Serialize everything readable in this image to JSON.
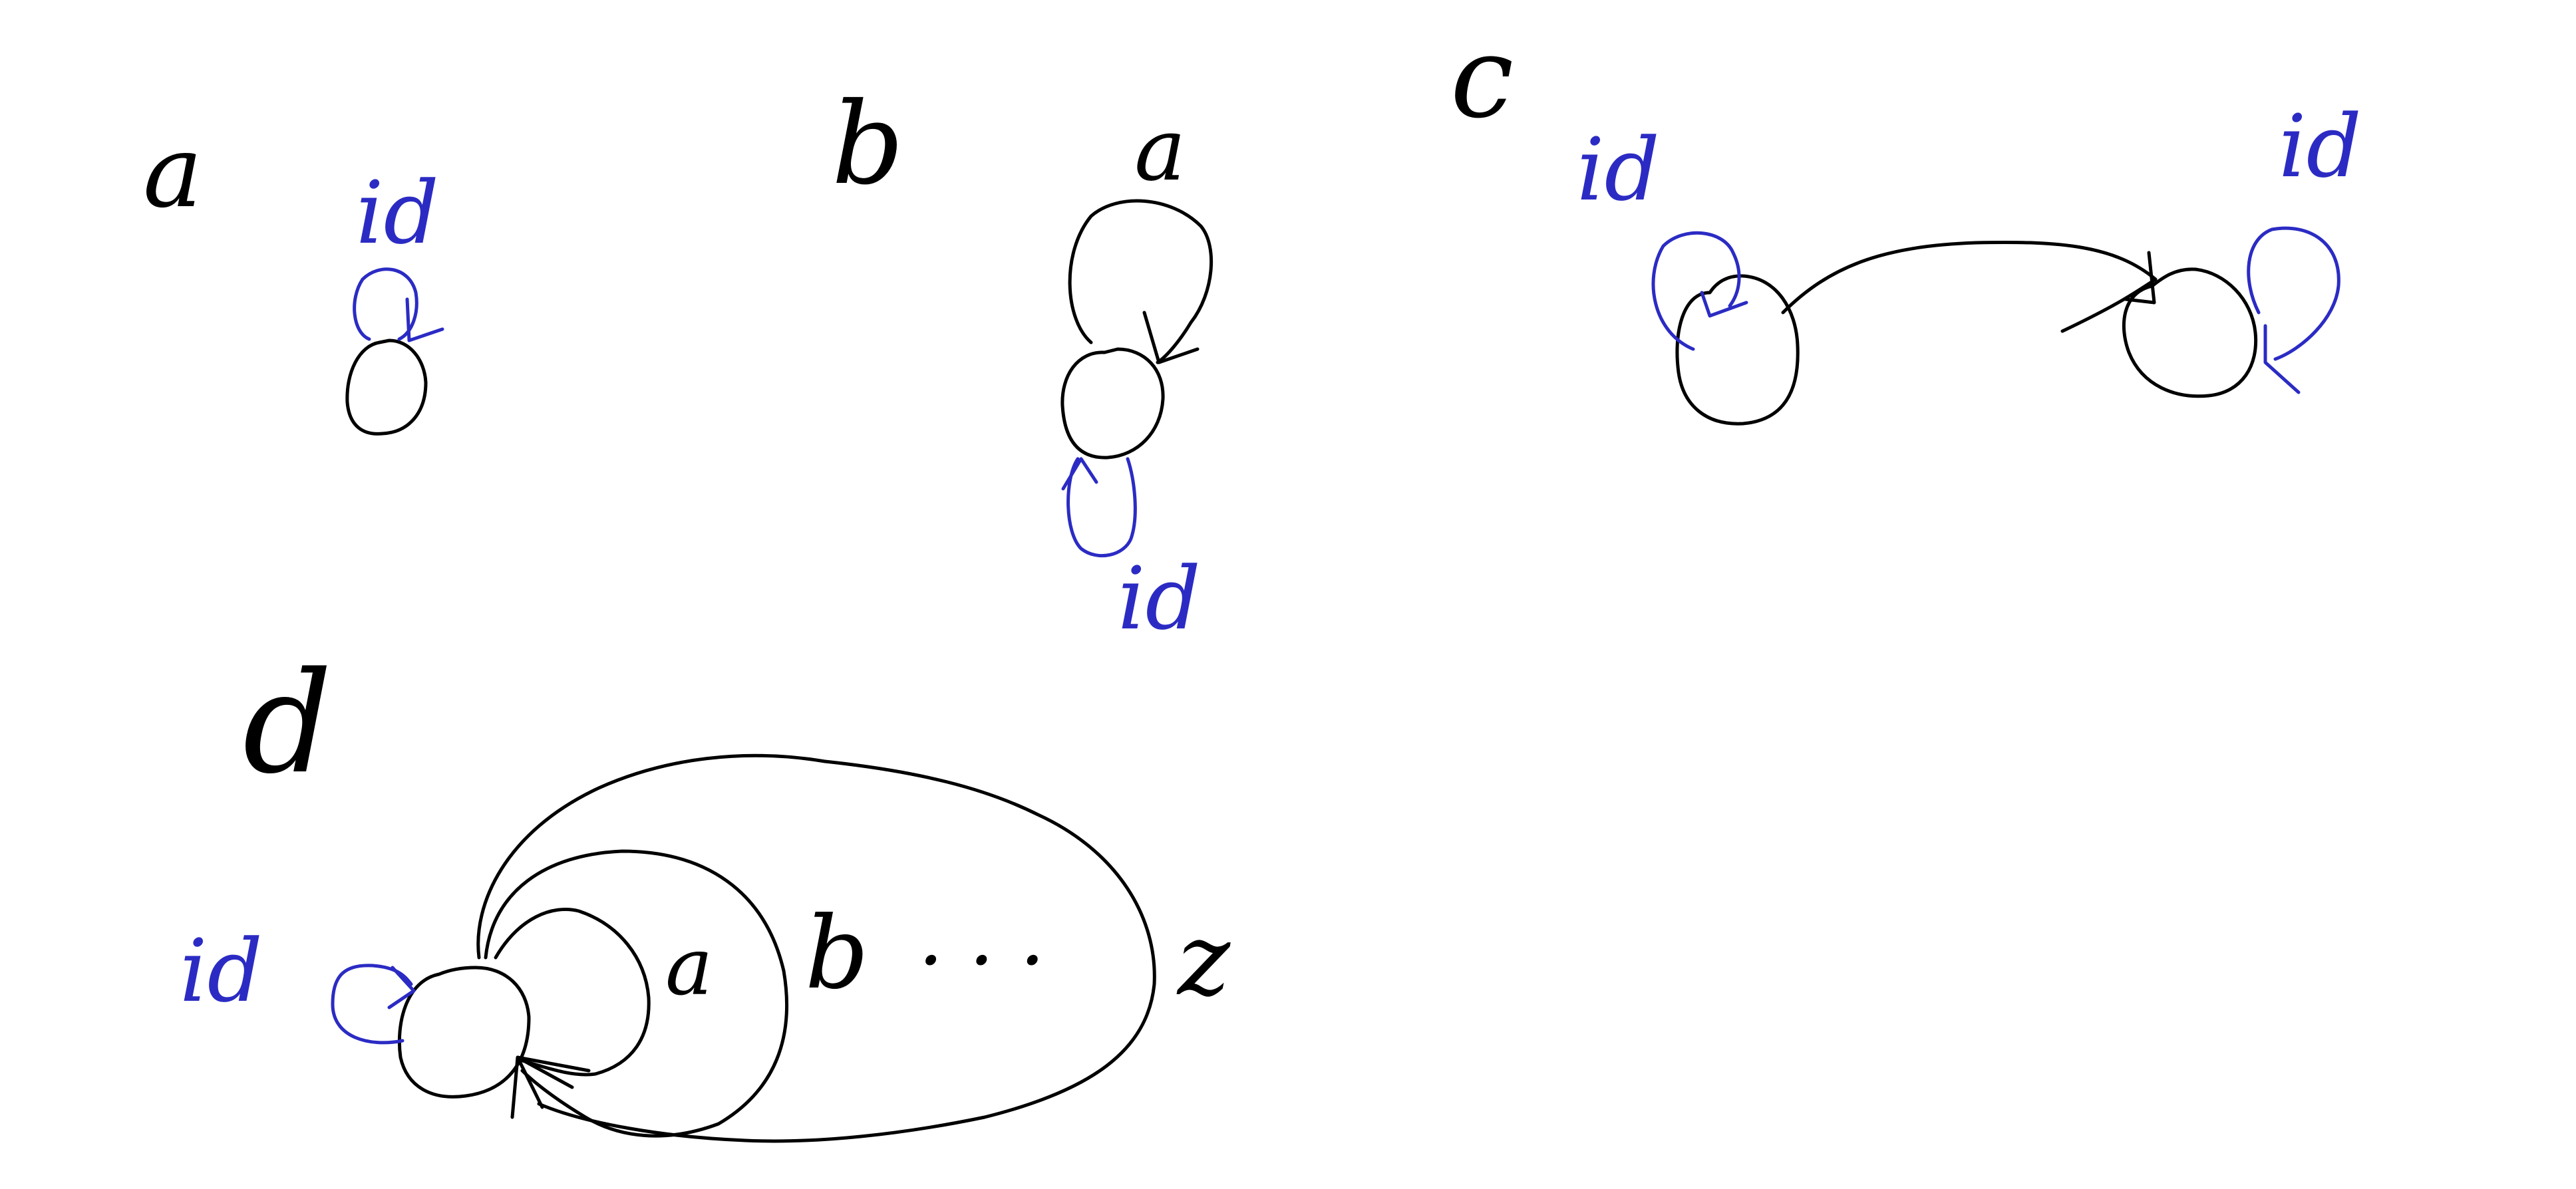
{
  "colors": {
    "ink_black": "#000000",
    "ink_blue": "#2b2bc4"
  },
  "panels": {
    "a": {
      "label": "a",
      "loops": [
        {
          "label": "id"
        }
      ]
    },
    "b": {
      "label": "b",
      "loops": [
        {
          "label": "a"
        },
        {
          "label": "id"
        }
      ]
    },
    "c": {
      "label": "c",
      "loops": [
        {
          "label": "id"
        },
        {
          "label": "id"
        }
      ]
    },
    "d": {
      "label": "d",
      "loops": [
        {
          "label": "id"
        }
      ],
      "edge_labels": {
        "first": "a",
        "second": "b",
        "ellipsis": ". . .",
        "last": "z"
      }
    }
  }
}
